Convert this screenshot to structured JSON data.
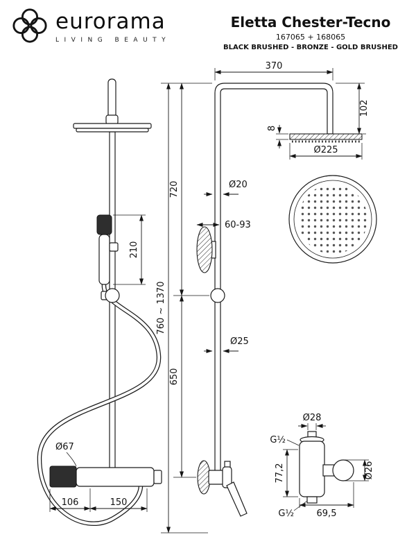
{
  "header": {
    "brand": "eurorama",
    "tagline": "LIVING BEAUTY",
    "product_title": "Eletta Chester-Tecno",
    "product_codes": "167065 + 168065",
    "finishes": "BLACK BRUSHED - BRONZE - GOLD BRUSHED"
  },
  "dims": {
    "top_width": "370",
    "head_drop": "102",
    "head_thickness": "8",
    "head_dia": "Ø225",
    "upper_tube": "720",
    "upper_dia": "Ø20",
    "wall_dist": "60-93",
    "handshower": "210",
    "total_height": "760 ~ 1370",
    "lower_tube": "650",
    "lower_dia": "Ø25",
    "mixer_dia": "Ø67",
    "mixer_left": "106",
    "mixer_right": "150",
    "cap_dia": "Ø28",
    "inlet_top": "G½",
    "valve_height": "77,2",
    "knob_dia": "Ø26",
    "inlet_bottom": "G½",
    "valve_depth": "69,5"
  },
  "colors": {
    "line": "#1b1b1b",
    "ink": "#111111",
    "background": "#ffffff"
  }
}
